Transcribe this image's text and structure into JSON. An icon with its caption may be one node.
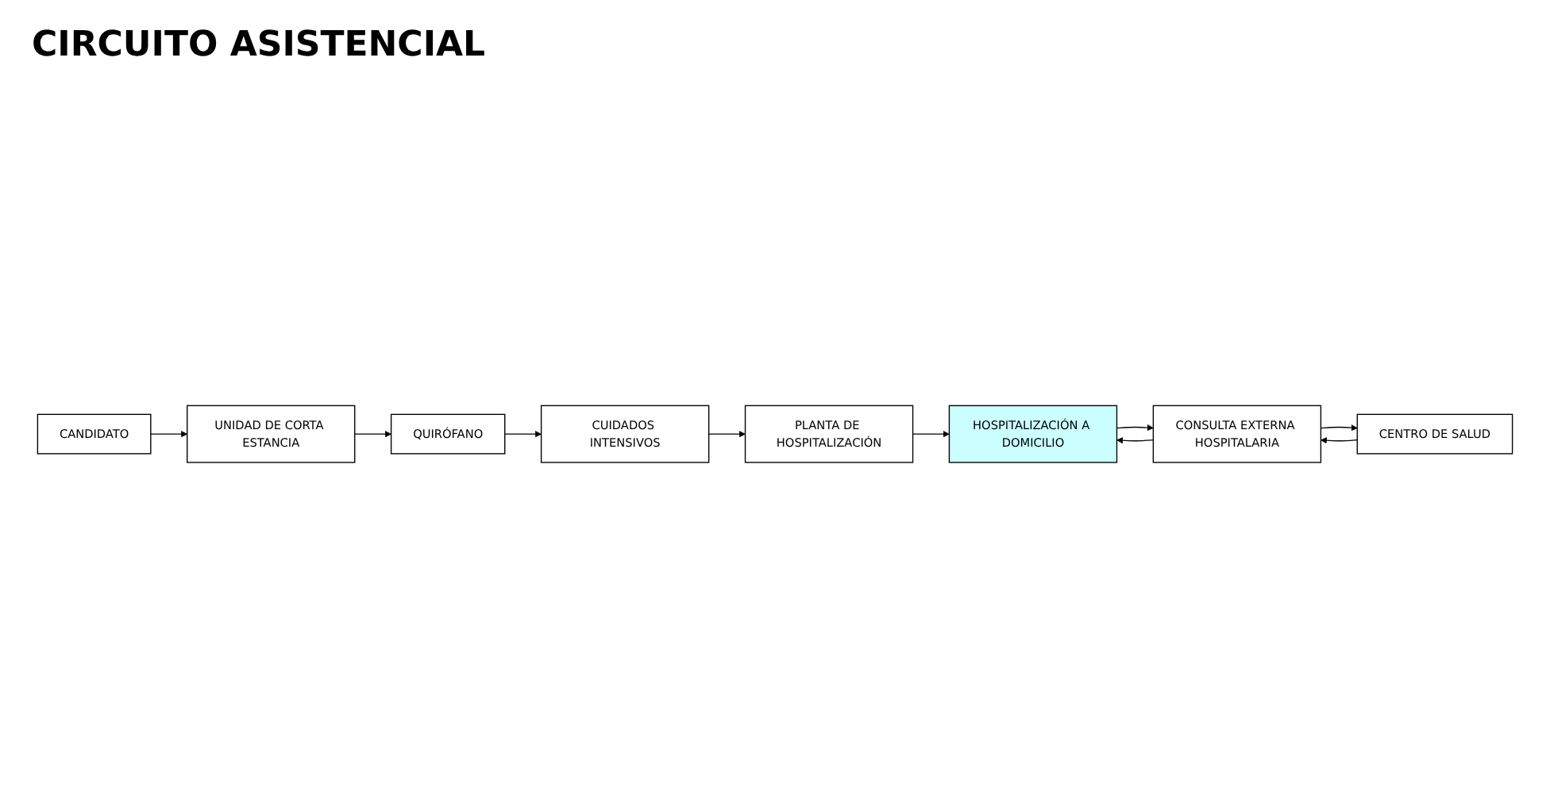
{
  "diagram": {
    "title": "CIRCUITO ASISTENCIAL",
    "nodes": [
      {
        "text": [
          "CANDIDATO"
        ]
      },
      {
        "text": [
          "UNIDAD DE CORTA ESTANCIA"
        ]
      },
      {
        "text": [
          "QUIRÓFANO"
        ]
      },
      {
        "text": [
          "CUIDADOS INTENSIVOS"
        ]
      },
      {
        "text": [
          "CENTRO DE SALUD"
        ]
      },
      {
        "text": [
          "HOSPITALIZACIÓN A DOMICILIO"
        ]
      },
      {
        "text": [
          "PLANTA DE HOSPITALIZACIÓN"
        ]
      },
      {
        "text": [
          "CONSULTA EXTERNA HOSPITALARIA"
        ]
      }
    ],
    "edges": [
      {
        "from": 0,
        "to": 1,
        "arrow": "to"
      },
      {
        "from": 1,
        "to": 2,
        "arrow": "to"
      },
      {
        "from": 2,
        "to": 3,
        "arrow": "to"
      },
      {
        "from": 3,
        "to": 6,
        "arrow": "to"
      },
      {
        "from": 6,
        "to": 5,
        "arrow": "to"
      },
      {
        "from": 7,
        "to": 5,
        "arrow": "to"
      },
      {
        "from": 5,
        "to": 7,
        "arrow": "to"
      },
      {
        "from": 4,
        "to": 7,
        "arrow": "to"
      },
      {
        "from": 7,
        "to": 4,
        "arrow": "to"
      }
    ]
  }
}
